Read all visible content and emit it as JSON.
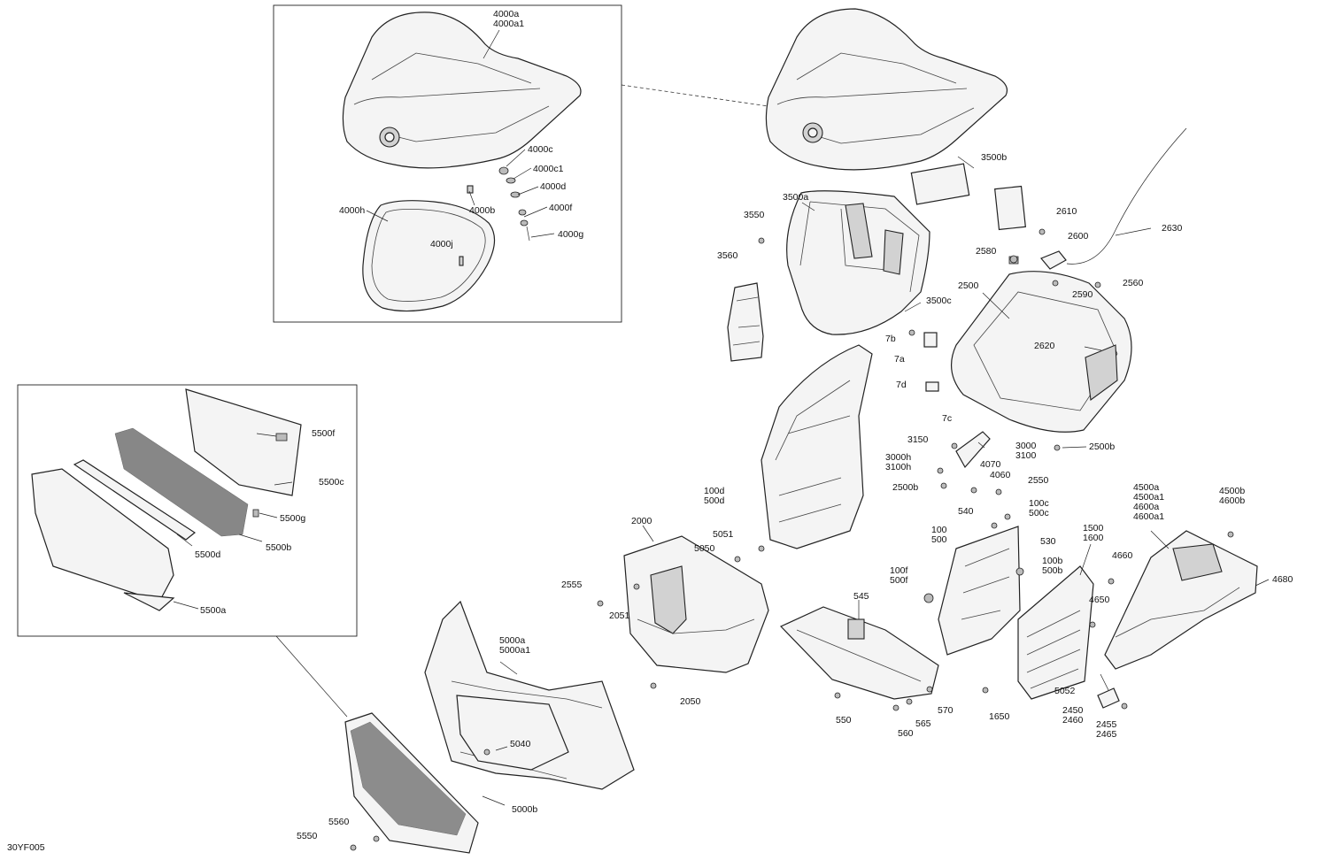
{
  "drawing_code": "30YF005",
  "callouts": [
    {
      "id": "c_4000a",
      "lines": [
        "4000a",
        "4000a1"
      ]
    },
    {
      "id": "c_4000c",
      "lines": [
        "4000c"
      ]
    },
    {
      "id": "c_4000c1",
      "lines": [
        "4000c1"
      ]
    },
    {
      "id": "c_4000d",
      "lines": [
        "4000d"
      ]
    },
    {
      "id": "c_4000f",
      "lines": [
        "4000f"
      ]
    },
    {
      "id": "c_4000g",
      "lines": [
        "4000g"
      ]
    },
    {
      "id": "c_4000b",
      "lines": [
        "4000b"
      ]
    },
    {
      "id": "c_4000h",
      "lines": [
        "4000h"
      ]
    },
    {
      "id": "c_4000j",
      "lines": [
        "4000j"
      ]
    },
    {
      "id": "c_3500b",
      "lines": [
        "3500b"
      ]
    },
    {
      "id": "c_3500a",
      "lines": [
        "3500a"
      ]
    },
    {
      "id": "c_3550",
      "lines": [
        "3550"
      ]
    },
    {
      "id": "c_3560",
      "lines": [
        "3560"
      ]
    },
    {
      "id": "c_3500c",
      "lines": [
        "3500c"
      ]
    },
    {
      "id": "c_2610",
      "lines": [
        "2610"
      ]
    },
    {
      "id": "c_2600",
      "lines": [
        "2600"
      ]
    },
    {
      "id": "c_2630",
      "lines": [
        "2630"
      ]
    },
    {
      "id": "c_2580",
      "lines": [
        "2580"
      ]
    },
    {
      "id": "c_2590",
      "lines": [
        "2590"
      ]
    },
    {
      "id": "c_2560",
      "lines": [
        "2560"
      ]
    },
    {
      "id": "c_2500",
      "lines": [
        "2500"
      ]
    },
    {
      "id": "c_2620",
      "lines": [
        "2620"
      ]
    },
    {
      "id": "c_7b",
      "lines": [
        "7b"
      ]
    },
    {
      "id": "c_7a",
      "lines": [
        "7a"
      ]
    },
    {
      "id": "c_7d",
      "lines": [
        "7d"
      ]
    },
    {
      "id": "c_7c",
      "lines": [
        "7c"
      ]
    },
    {
      "id": "c_3150",
      "lines": [
        "3150"
      ]
    },
    {
      "id": "c_3000",
      "lines": [
        "3000",
        "3100"
      ]
    },
    {
      "id": "c_2500b_r",
      "lines": [
        "2500b"
      ]
    },
    {
      "id": "c_3000h",
      "lines": [
        "3000h",
        "3100h"
      ]
    },
    {
      "id": "c_4070",
      "lines": [
        "4070"
      ]
    },
    {
      "id": "c_4060",
      "lines": [
        "4060"
      ]
    },
    {
      "id": "c_2500b_l",
      "lines": [
        "2500b"
      ]
    },
    {
      "id": "c_2550",
      "lines": [
        "2550"
      ]
    },
    {
      "id": "c_100d",
      "lines": [
        "100d",
        "500d"
      ]
    },
    {
      "id": "c_540",
      "lines": [
        "540"
      ]
    },
    {
      "id": "c_100c",
      "lines": [
        "100c",
        "500c"
      ]
    },
    {
      "id": "c_4500a",
      "lines": [
        "4500a",
        "4500a1",
        "4600a",
        "4600a1"
      ]
    },
    {
      "id": "c_4500b",
      "lines": [
        "4500b",
        "4600b"
      ]
    },
    {
      "id": "c_1500",
      "lines": [
        "1500",
        "1600"
      ]
    },
    {
      "id": "c_100",
      "lines": [
        "100",
        "500"
      ]
    },
    {
      "id": "c_530",
      "lines": [
        "530"
      ]
    },
    {
      "id": "c_100b",
      "lines": [
        "100b",
        "500b"
      ]
    },
    {
      "id": "c_4660",
      "lines": [
        "4660"
      ]
    },
    {
      "id": "c_4680",
      "lines": [
        "4680"
      ]
    },
    {
      "id": "c_4650",
      "lines": [
        "4650"
      ]
    },
    {
      "id": "c_2000",
      "lines": [
        "2000"
      ]
    },
    {
      "id": "c_5051",
      "lines": [
        "5051"
      ]
    },
    {
      "id": "c_5050",
      "lines": [
        "5050"
      ]
    },
    {
      "id": "c_100f",
      "lines": [
        "100f",
        "500f"
      ]
    },
    {
      "id": "c_545",
      "lines": [
        "545"
      ]
    },
    {
      "id": "c_2555",
      "lines": [
        "2555"
      ]
    },
    {
      "id": "c_2051",
      "lines": [
        "2051"
      ]
    },
    {
      "id": "c_2050",
      "lines": [
        "2050"
      ]
    },
    {
      "id": "c_550",
      "lines": [
        "550"
      ]
    },
    {
      "id": "c_560",
      "lines": [
        "560"
      ]
    },
    {
      "id": "c_565",
      "lines": [
        "565"
      ]
    },
    {
      "id": "c_570",
      "lines": [
        "570"
      ]
    },
    {
      "id": "c_1650",
      "lines": [
        "1650"
      ]
    },
    {
      "id": "c_5052",
      "lines": [
        "5052"
      ]
    },
    {
      "id": "c_2450",
      "lines": [
        "2450",
        "2460"
      ]
    },
    {
      "id": "c_2455",
      "lines": [
        "2455",
        "2465"
      ]
    },
    {
      "id": "c_5500f",
      "lines": [
        "5500f"
      ]
    },
    {
      "id": "c_5500c",
      "lines": [
        "5500c"
      ]
    },
    {
      "id": "c_5500g",
      "lines": [
        "5500g"
      ]
    },
    {
      "id": "c_5500b",
      "lines": [
        "5500b"
      ]
    },
    {
      "id": "c_5500d",
      "lines": [
        "5500d"
      ]
    },
    {
      "id": "c_5500a",
      "lines": [
        "5500a"
      ]
    },
    {
      "id": "c_5000a",
      "lines": [
        "5000a",
        "5000a1"
      ]
    },
    {
      "id": "c_5040",
      "lines": [
        "5040"
      ]
    },
    {
      "id": "c_5000b",
      "lines": [
        "5000b"
      ]
    },
    {
      "id": "c_5560",
      "lines": [
        "5560"
      ]
    },
    {
      "id": "c_5550",
      "lines": [
        "5550"
      ]
    }
  ]
}
